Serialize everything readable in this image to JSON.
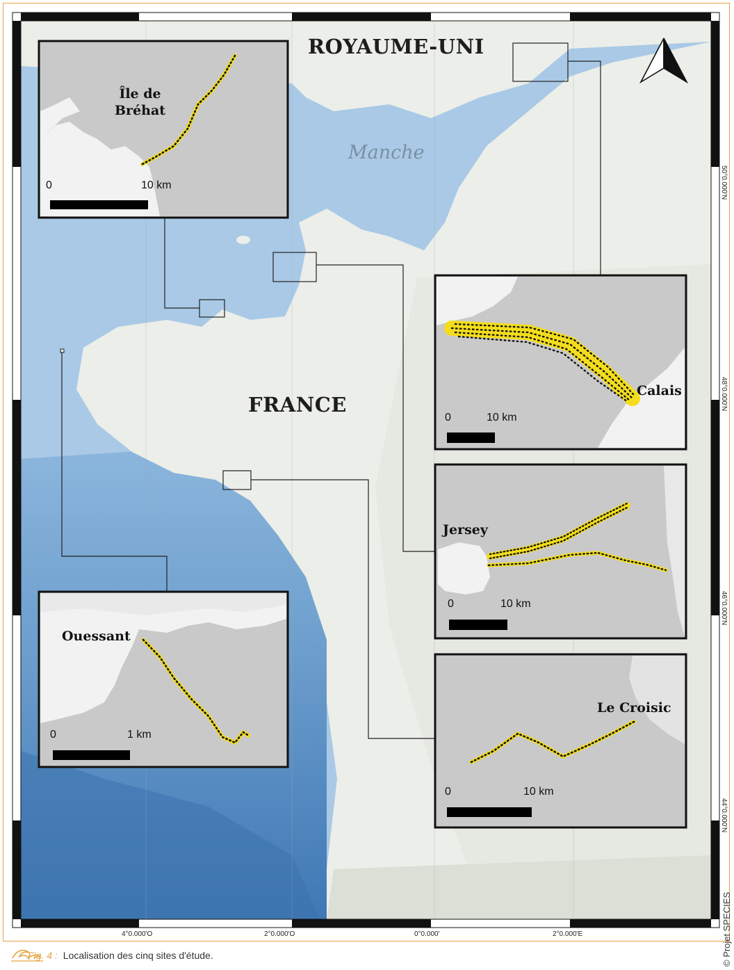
{
  "labels": {
    "uk": "ROYAUME-UNI",
    "sea": "Manche",
    "france": "FRANCE"
  },
  "insets": {
    "brehat": {
      "name": "Île de\nBréhat",
      "scale_start": "0",
      "scale_end": "10  km"
    },
    "calais": {
      "name": "Calais",
      "scale_start": "0",
      "scale_end": "10  km"
    },
    "jersey": {
      "name": "Jersey",
      "scale_start": "0",
      "scale_end": "10  km"
    },
    "ouessant": {
      "name": "Ouessant",
      "scale_start": "0",
      "scale_end": "1  km"
    },
    "croisic": {
      "name": "Le Croisic",
      "scale_start": "0",
      "scale_end": "10  km"
    }
  },
  "longitude_ticks": [
    "4°0.000'O",
    "2°0.000'O",
    "0°0.000'",
    "2°0.000'E"
  ],
  "latitude_ticks": [
    "50°0.000'N",
    "48°0.000'N",
    "46°0.000'N",
    "44°0.000'N"
  ],
  "credit": "© Projet SPECIES",
  "caption": {
    "prefix": "Fig. 4 :",
    "text": "Localisation des cinq sites d'étude."
  },
  "colors": {
    "sea": "#a9c9e6",
    "deep_sea": "#4f86bf",
    "land": "#eceee9",
    "inset_sea": "#c9c9c9",
    "inset_land": "#f2f2f2",
    "track": "#f3dd1c",
    "frame_accent": "#e7a340"
  },
  "icons": [
    "north-arrow-icon",
    "wave-logo-icon"
  ]
}
